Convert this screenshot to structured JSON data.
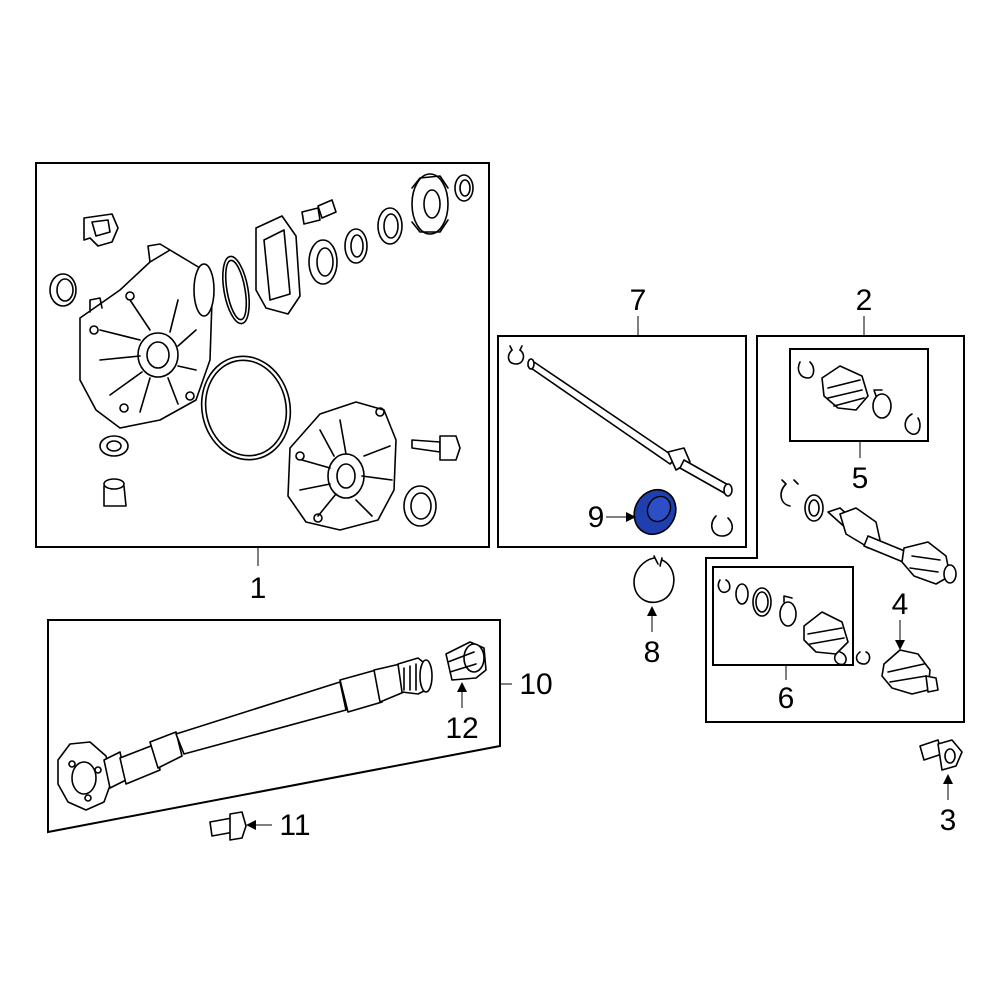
{
  "callouts": {
    "c1": "1",
    "c2": "2",
    "c3": "3",
    "c4": "4",
    "c5": "5",
    "c6": "6",
    "c7": "7",
    "c8": "8",
    "c9": "9",
    "c10": "10",
    "c11": "11",
    "c12": "12"
  },
  "highlight": {
    "part": "9",
    "color": "#1f3fae"
  }
}
